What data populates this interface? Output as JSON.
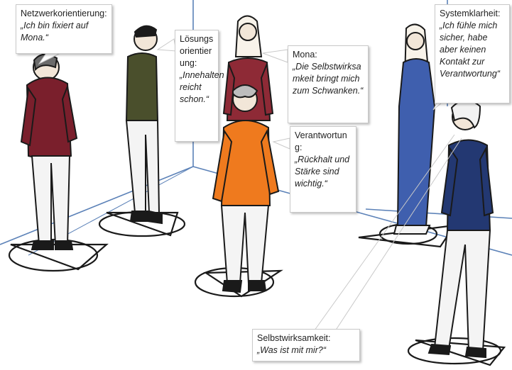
{
  "labels": {
    "netzwerk": {
      "title": "Netzwerkorientierung:",
      "quote": "„Ich bin fixiert auf Mona.“"
    },
    "loesung": {
      "title": "Lösungsorientierung:",
      "quote": "„Innehalten reicht schon.“"
    },
    "mona": {
      "title": "Mona:",
      "quote": "„Die Selbstwirksamkeit bringt mich zum Schwanken.“"
    },
    "system": {
      "title": "Systemklarheit:",
      "quote": "„Ich fühle mich sicher, habe aber keinen Kontakt zur Verantwortung“"
    },
    "verantwortung": {
      "title": "Verantwortung:",
      "quote": "„Rückhalt und Stärke sind wichtig.“"
    },
    "selbst": {
      "title": "Selbstwirksamkeit:",
      "quote": "„Was ist mit mir?“"
    }
  },
  "figures": [
    {
      "name": "figure-netzwerk",
      "shirt": "#7a1f2c",
      "pants": "#f4f4f4"
    },
    {
      "name": "figure-loesung",
      "shirt": "#4a4f2c",
      "pants": "#f4f4f4"
    },
    {
      "name": "figure-mona",
      "shirt": "#8e2a36",
      "pants": "#f4f4f4"
    },
    {
      "name": "figure-verantwortung",
      "shirt": "#ef7a1e",
      "pants": "#f4f4f4"
    },
    {
      "name": "figure-system",
      "shirt": "#3f5fae",
      "pants": "#3f5fae"
    },
    {
      "name": "figure-selbst",
      "shirt": "#233872",
      "pants": "#f4f4f4"
    }
  ],
  "colors": {
    "room_lines": "#5c82b8",
    "outline": "#1a1a1a",
    "skin": "#f2e6d8"
  }
}
